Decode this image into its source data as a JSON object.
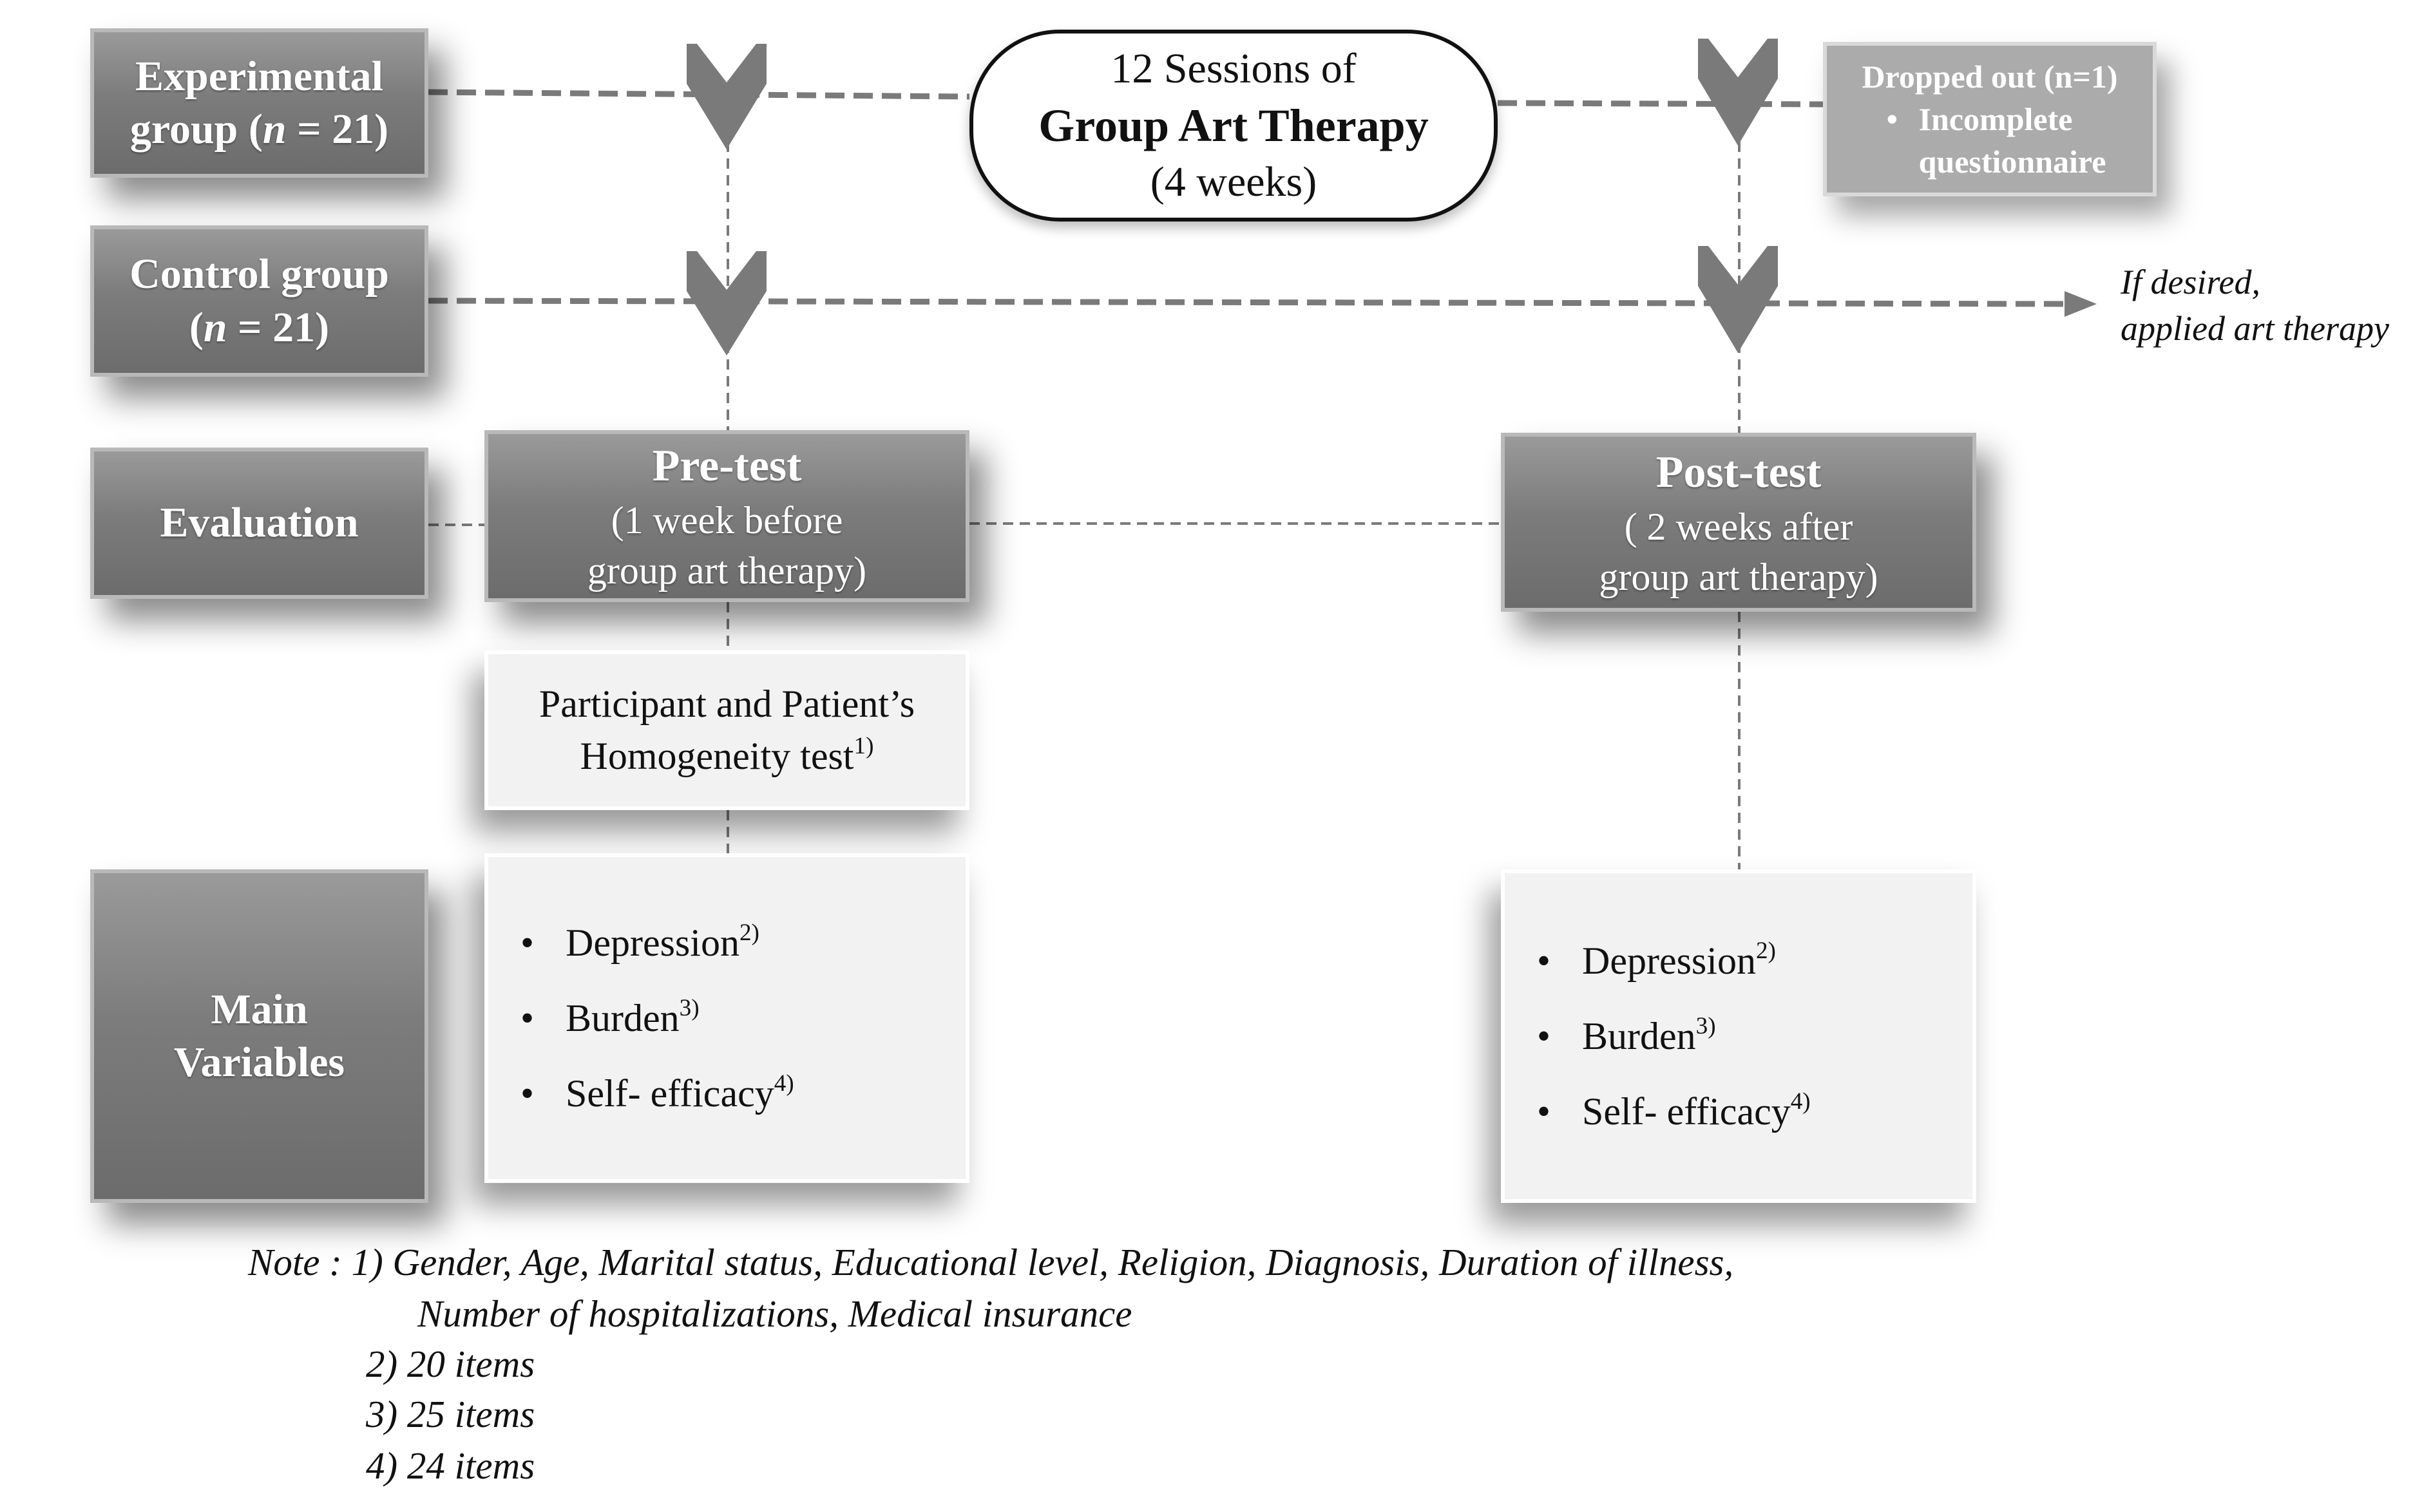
{
  "groups": {
    "experimental": {
      "line1": "Experimental",
      "line2_pre": "group (",
      "n": "n",
      "line2_post": " = 21)"
    },
    "control": {
      "line1": "Control group",
      "line2_pre": "(",
      "n": "n",
      "line2_post": " = 21)"
    },
    "evaluation": "Evaluation",
    "main_variables": {
      "line1": "Main",
      "line2": "Variables"
    }
  },
  "therapy": {
    "line1": "12 Sessions of",
    "line2": "Group Art Therapy",
    "line3": "(4 weeks)"
  },
  "dropout": {
    "title": "Dropped out (n=1)",
    "item_line1": "Incomplete",
    "item_line2": "questionnaire"
  },
  "if_desired": {
    "line1": "If desired,",
    "line2": "applied art therapy"
  },
  "pretest": {
    "title": "Pre-test",
    "line1": "(1 week before",
    "line2": "group art therapy)"
  },
  "posttest": {
    "title": "Post-test",
    "line1": "( 2 weeks after",
    "line2": "group art therapy)"
  },
  "homogeneity": {
    "line1": "Participant and Patient’s",
    "line2": "Homogeneity test",
    "sup": "1)"
  },
  "variables": [
    {
      "label": "Depression",
      "sup": "2)"
    },
    {
      "label": "Burden",
      "sup": "3)"
    },
    {
      "label": "Self- efficacy",
      "sup": "4)"
    }
  ],
  "note": {
    "line1": "Note : 1) Gender, Age, Marital status, Educational level, Religion, Diagnosis, Duration of illness,",
    "line2": "Number of hospitalizations, Medical insurance",
    "line3": "2) 20 items",
    "line4": "3) 25 items",
    "line5": "4) 24 items"
  },
  "colors": {
    "box_dark": "#7c7c7c",
    "box_light": "#f2f2f2",
    "dropout_box": "#ababab",
    "line": "#7a7a7a",
    "chevron": "#7a7a7a"
  }
}
